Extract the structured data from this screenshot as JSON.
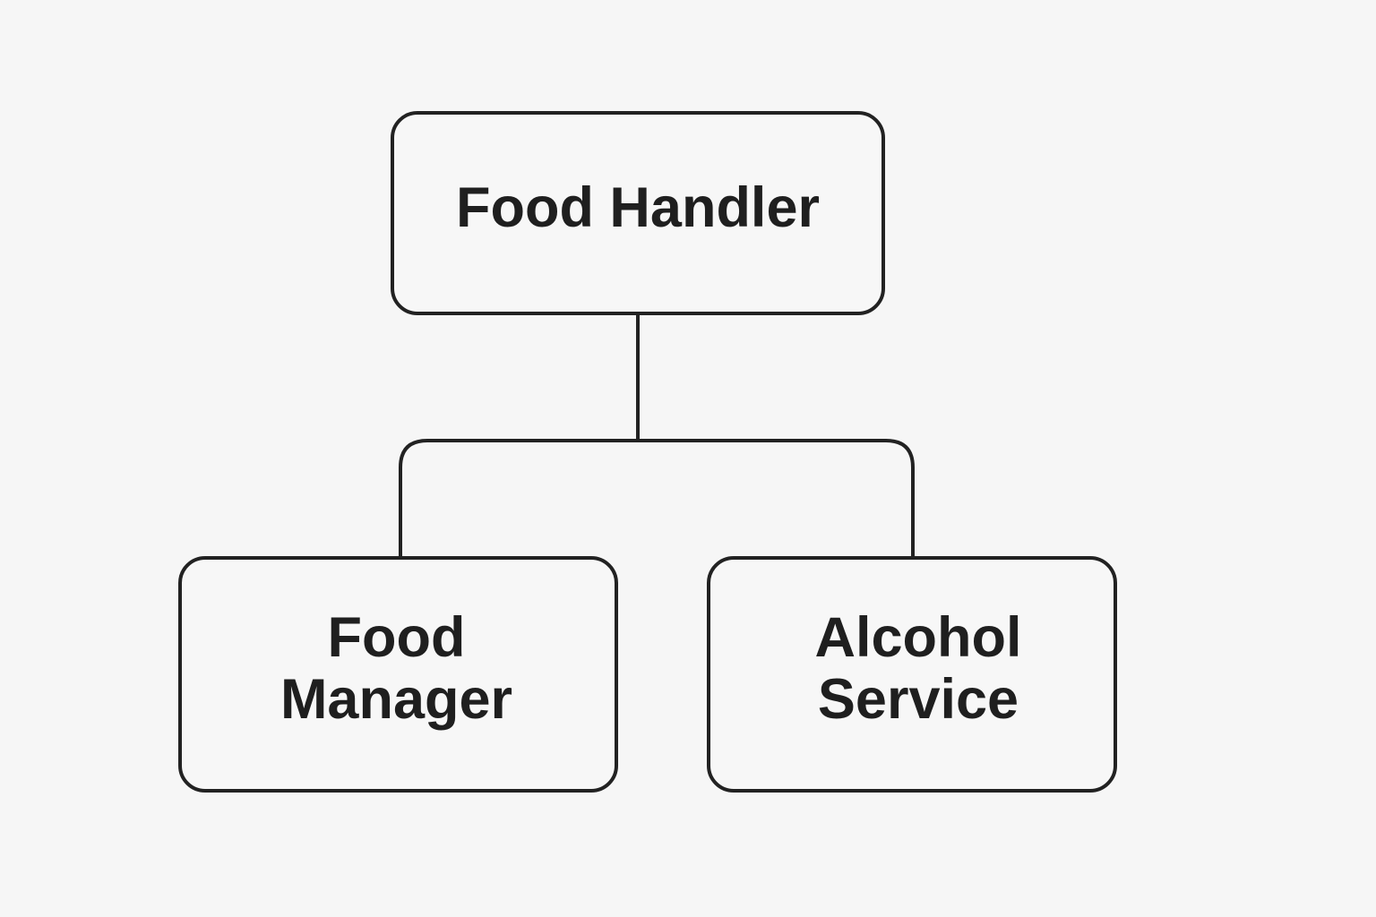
{
  "diagram": {
    "root": {
      "label": "Food Handler"
    },
    "children": [
      {
        "line1": "Food",
        "line2": "Manager"
      },
      {
        "line1": "Alcohol",
        "line2": "Service"
      }
    ]
  },
  "colors": {
    "background": "#f6f6f6",
    "stroke": "#222222",
    "text": "#1f1f1f"
  }
}
